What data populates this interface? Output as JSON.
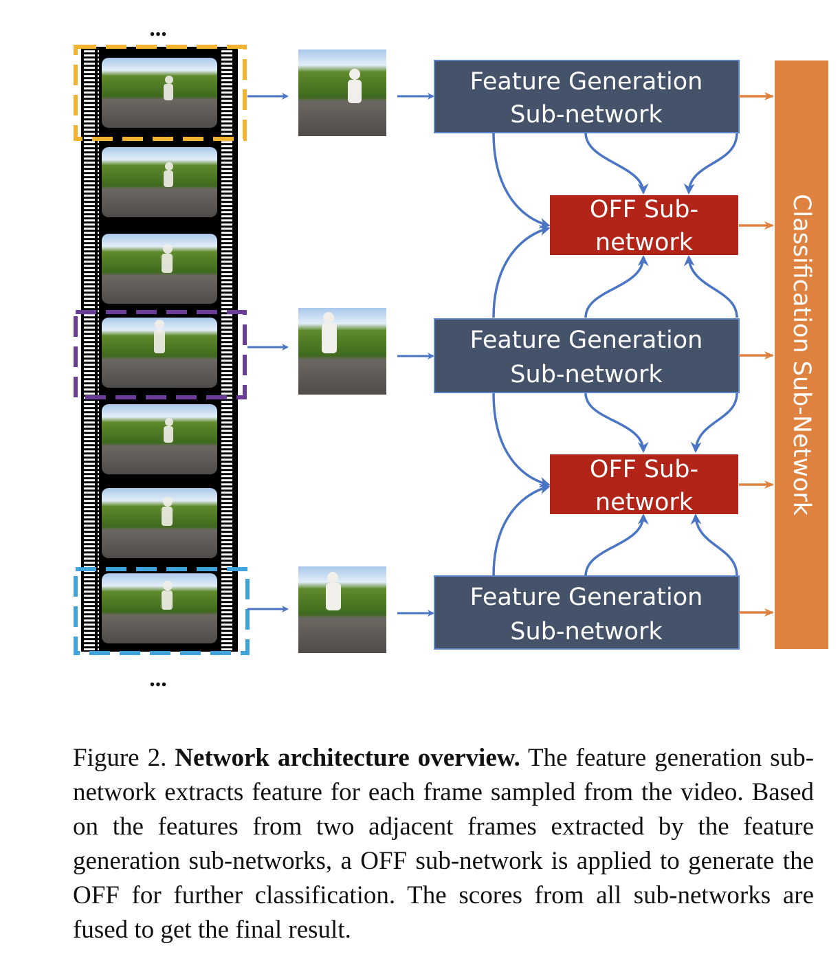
{
  "figure": {
    "ellipsis_top": "...",
    "ellipsis_bottom": "...",
    "feature_boxes": [
      {
        "line1": "Feature Generation",
        "line2": "Sub-network"
      },
      {
        "line1": "Feature Generation",
        "line2": "Sub-network"
      },
      {
        "line1": "Feature Generation",
        "line2": "Sub-network"
      }
    ],
    "off_boxes": [
      {
        "line1": "OFF Sub-",
        "line2": "network"
      },
      {
        "line1": "OFF Sub-",
        "line2": "network"
      }
    ],
    "classification_label": "Classification Sub-Network",
    "colors": {
      "feature_box": "#44536a",
      "off_box": "#b22418",
      "classification": "#e0823f",
      "blue_arrow": "#4a74c4",
      "orange_arrow": "#e0823f",
      "crop_yellow": "#f3b32f",
      "crop_purple": "#6b3c98",
      "crop_blue": "#3fa4de"
    }
  },
  "caption": {
    "label": "Figure 2.",
    "bold_title": "Network architecture overview.",
    "text": "The feature generation sub-network extracts feature for each frame sampled from the video. Based on the features from two adjacent frames extracted by the feature generation sub-networks, a OFF sub-network is applied to generate the OFF for further classification. The scores from all sub-networks are fused to get the final result."
  }
}
